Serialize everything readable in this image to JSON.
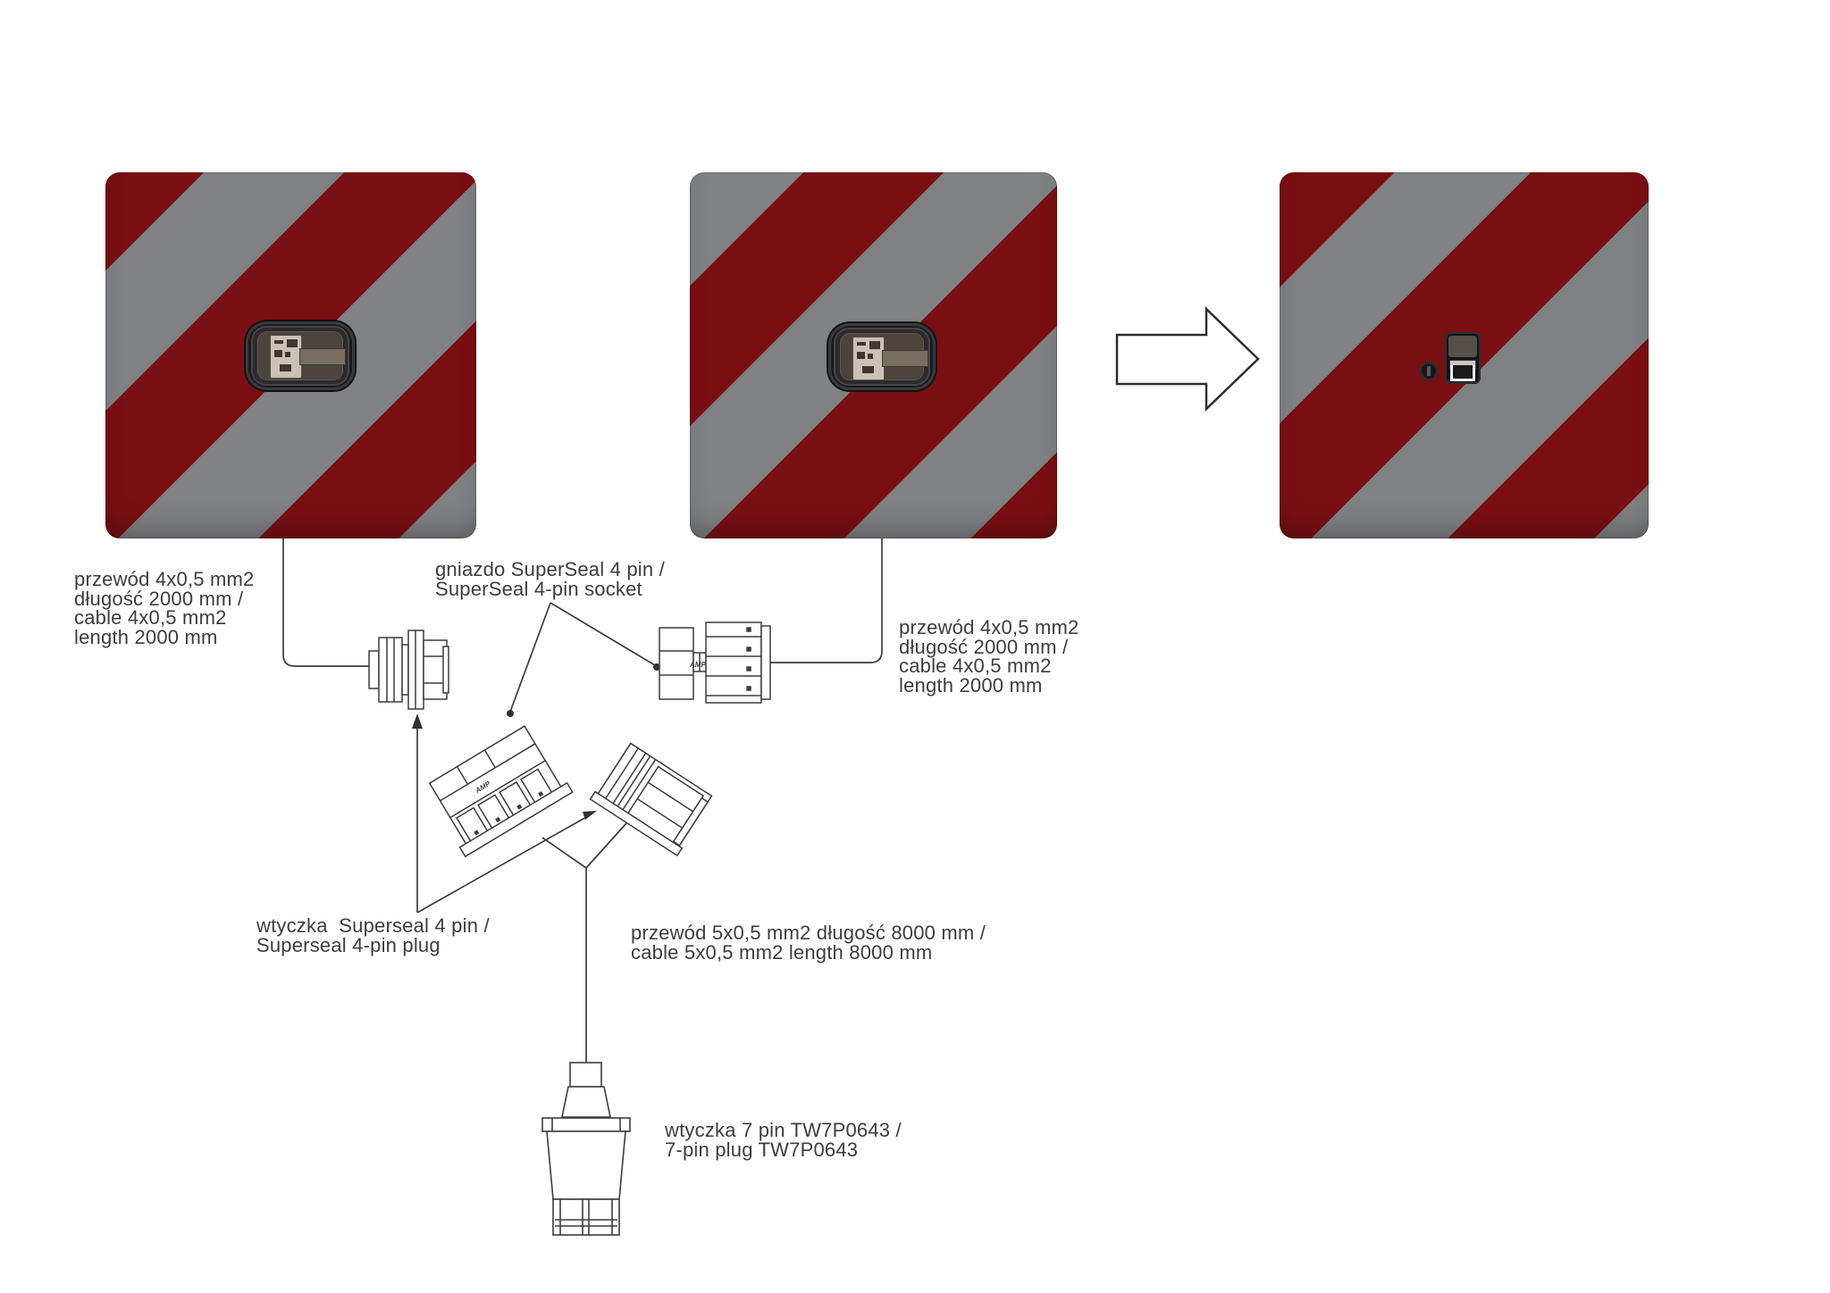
{
  "colors": {
    "panel_red": "#7a0f13",
    "panel_grey": "#7f8184",
    "line_art": "#3b3b42",
    "text": "#3d3d3d",
    "background": "#ffffff"
  },
  "labels": {
    "cable_left": "przewód 4x0,5 mm2\ndługość 2000 mm /\ncable 4x0,5 mm2\nlength 2000 mm",
    "socket": "gniazdo SuperSeal 4 pin /\nSuperSeal 4-pin socket",
    "cable_right": "przewód 4x0,5 mm2\ndługość 2000 mm /\ncable 4x0,5 mm2\nlength 2000 mm",
    "plug_superseal": "wtyczka  Superseal 4 pin /\nSuperseal 4-pin plug",
    "cable_main": "przewód 5x0,5 mm2 długość 8000 mm /\ncable 5x0,5 mm2 length 8000 mm",
    "plug_7pin": "wtyczka 7 pin TW7P0643 /\n7-pin plug TW7P0643",
    "amp_logo": "AMP"
  }
}
